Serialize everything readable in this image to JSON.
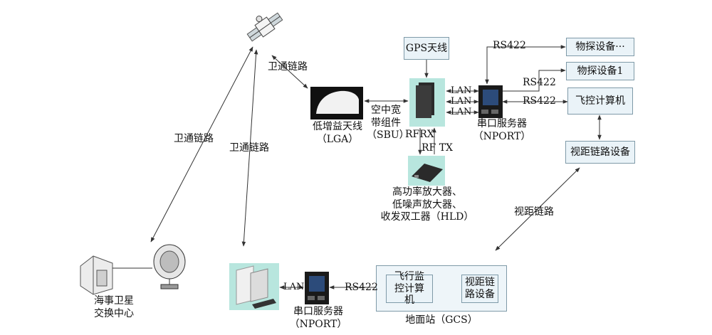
{
  "labels": {
    "satcom_link": "卫通链路",
    "los_link": "视距链路",
    "rs422": "RS422",
    "lan": "LAN",
    "rfrx": "RFRX",
    "rftx": "RF TX"
  },
  "nodes": {
    "gps_antenna": "GPS天线",
    "geo_device": "物探设备···",
    "geo_device1": "物探设备1",
    "flight_computer": "飞控计算机",
    "los_device": "视距链路设备",
    "lga_line1": "低增益天线",
    "lga_line2": "（LGA）",
    "sbu_line1": "空中宽",
    "sbu_line2": "带组件",
    "sbu_line3": "（SBU）",
    "nport_air_line1": "串口服务器",
    "nport_air_line2": "（NPORT）",
    "hld_line1": "高功率放大器、",
    "hld_line2": "低噪声放大器、",
    "hld_line3": "收发双工器（HLD）",
    "maritime_line1": "海事卫星",
    "maritime_line2": "交换中心",
    "nport_ground_line1": "串口服务器",
    "nport_ground_line2": "（NPORT）",
    "flight_monitor": "飞行监控计算机",
    "los_ground_device": "视距链路设备",
    "gcs": "地面站（GCS）"
  },
  "colors": {
    "box_fill": "#eaf3f8",
    "box_border": "#7f9aa8",
    "teal": "#b8e6de",
    "line": "#333333"
  }
}
